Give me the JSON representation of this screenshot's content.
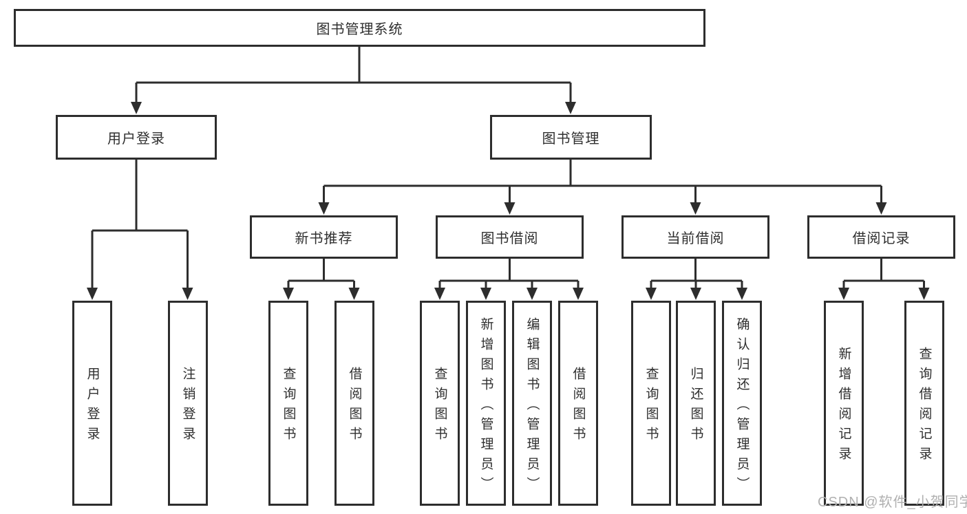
{
  "tree": {
    "root": {
      "label": "图书管理系统"
    },
    "branches": [
      {
        "label": "用户登录",
        "children": [
          {
            "label": "用户登录"
          },
          {
            "label": "注销登录"
          }
        ]
      },
      {
        "label": "图书管理",
        "children": [
          {
            "label": "新书推荐",
            "children": [
              {
                "label": "查询图书"
              },
              {
                "label": "借阅图书"
              }
            ]
          },
          {
            "label": "图书借阅",
            "children": [
              {
                "label": "查询图书"
              },
              {
                "label": "新增图书（管理员）"
              },
              {
                "label": "编辑图书（管理员）"
              },
              {
                "label": "借阅图书"
              }
            ]
          },
          {
            "label": "当前借阅",
            "children": [
              {
                "label": "查询图书"
              },
              {
                "label": "归还图书"
              },
              {
                "label": "确认归还（管理员）"
              }
            ]
          },
          {
            "label": "借阅记录",
            "children": [
              {
                "label": "新增借阅记录"
              },
              {
                "label": "查询借阅记录"
              }
            ]
          }
        ]
      }
    ]
  },
  "watermark": "CSDN @软件_小贺同学",
  "colors": {
    "line": "#2d2d2d",
    "box_border": "#2d2d2d",
    "text": "#2f2f2f",
    "background": "#ffffff",
    "watermark": "#b0b0b0"
  }
}
